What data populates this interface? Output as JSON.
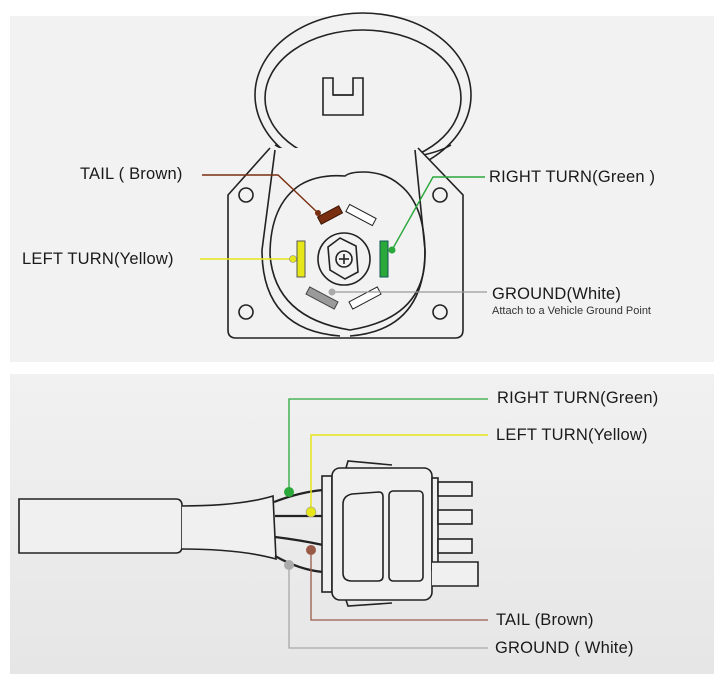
{
  "top_diagram": {
    "title": "7-way trailer socket pin-out",
    "labels": {
      "tail": "TAIL ( Brown)",
      "left_turn": "LEFT TURN(Yellow)",
      "right_turn": "RIGHT TURN(Green )",
      "ground": "GROUND(White)",
      "ground_note": "Attach to a Vehicle Ground Point"
    }
  },
  "bottom_diagram": {
    "title": "4-way flat connector wiring",
    "labels": {
      "right_turn": "RIGHT TURN(Green)",
      "left_turn": "LEFT TURN(Yellow)",
      "tail": "TAIL (Brown)",
      "ground": "GROUND ( White)"
    }
  },
  "colors": {
    "brown": "#7a2e10",
    "brown_line": "#9a5a48",
    "yellow": "#e6e619",
    "green": "#2aa83a",
    "gray": "#9a9a9a",
    "outline": "#222222",
    "panel": "#f2f2f2"
  }
}
